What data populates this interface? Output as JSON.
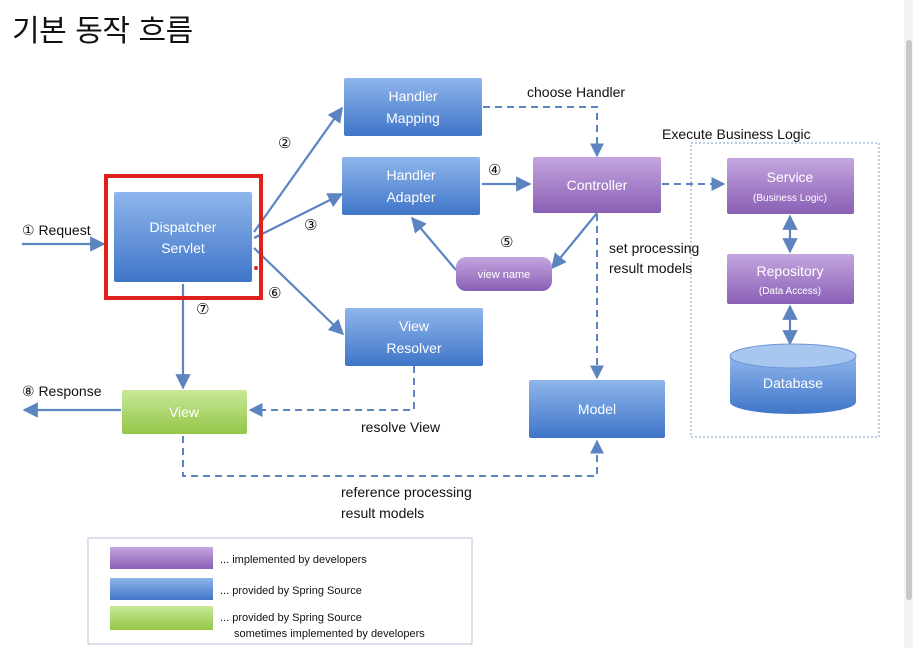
{
  "page": {
    "title": "기본 동작 흐름"
  },
  "diagram": {
    "nodes": {
      "dispatcher": [
        "Dispatcher",
        "Servlet"
      ],
      "handler_mapping": [
        "Handler",
        "Mapping"
      ],
      "handler_adapter": [
        "Handler",
        "Adapter"
      ],
      "controller": "Controller",
      "view_name": "view name",
      "view_resolver": [
        "View",
        "Resolver"
      ],
      "view": "View",
      "model": "Model",
      "service": [
        "Service",
        "(Business Logic)"
      ],
      "repository": [
        "Repository",
        "(Data Access)"
      ],
      "database": "Database"
    },
    "labels": {
      "request": "① Request",
      "response": "⑧ Response",
      "step2": "②",
      "step3": "③",
      "step4": "④",
      "step5": "⑤",
      "step6": "⑥",
      "step7": "⑦",
      "choose_handler": "choose Handler",
      "execute_business_logic": "Execute Business Logic",
      "set_processing": [
        "set processing",
        "result models"
      ],
      "resolve_view": "resolve View",
      "reference_processing": [
        "reference processing",
        "result models"
      ]
    },
    "legend": [
      {
        "label": "... implemented by developers",
        "color": "#9b72c0"
      },
      {
        "label": "... provided by Spring Source",
        "color": "#4f86d4"
      },
      {
        "label": "... provided by Spring Source",
        "label2": "sometimes implemented by developers",
        "color": "#9ccc52"
      }
    ],
    "colors": {
      "purple": "#9b72c0",
      "blue": "#4f86d4",
      "green": "#9ccc52",
      "arrow": "#5b84c0",
      "highlight": "#e0201b"
    }
  }
}
